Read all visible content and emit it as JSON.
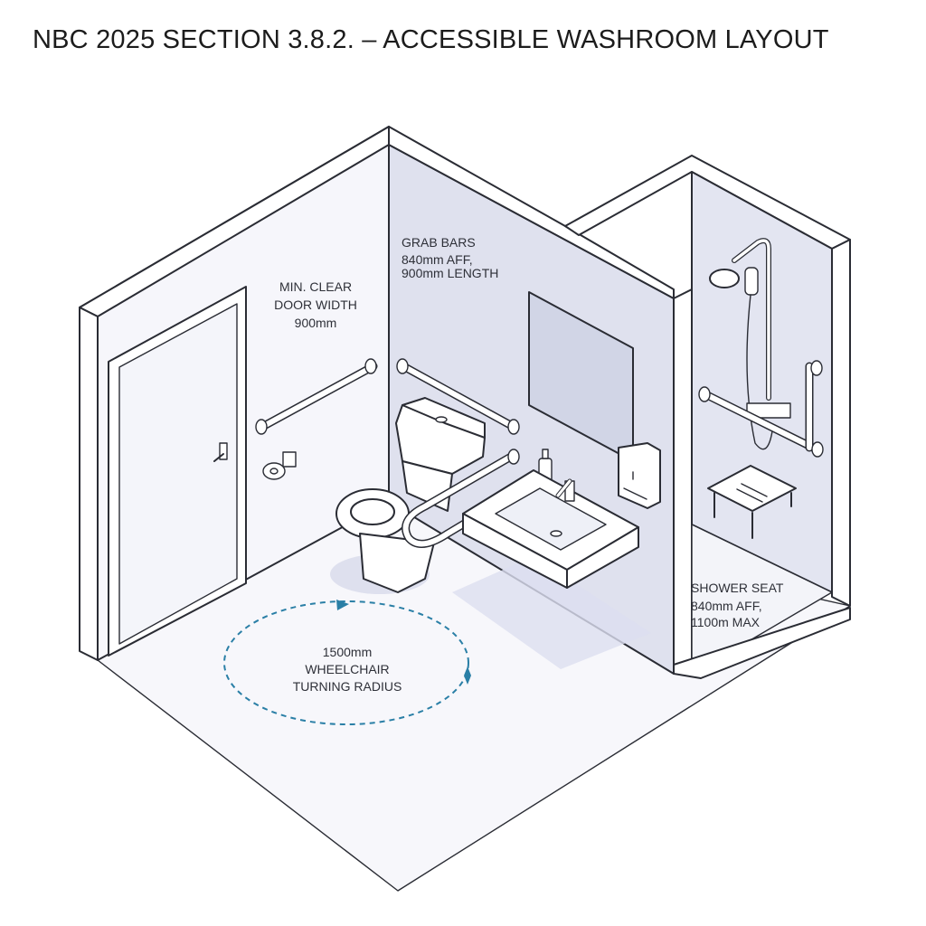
{
  "title": "NBC 2025 SECTION 3.8.2. – ACCESSIBLE WASHROOM LAYOUT",
  "labels": {
    "door": [
      "MIN. CLEAR",
      "DOOR WIDTH",
      "900mm"
    ],
    "grab_bars": [
      "GRAB BARS",
      "840mm AFF,",
      "900mm LENGTH"
    ],
    "turning": [
      "1500mm",
      "WHEELCHAIR",
      "TURNING RADIUS"
    ],
    "shower_seat": [
      "SHOWER SEAT",
      "840mm AFF,",
      "1100m MAX"
    ]
  },
  "colors": {
    "wall_light": "#f5f5fa",
    "wall_shade": "#dfe1ef",
    "floor": "#f7f7fb",
    "outline": "#2a2c34",
    "accent": "#2a7fa6",
    "shadow": "#d3d6e8"
  }
}
